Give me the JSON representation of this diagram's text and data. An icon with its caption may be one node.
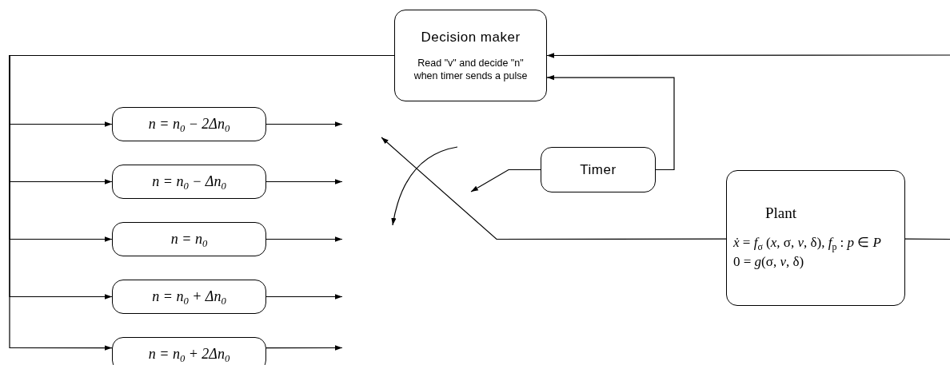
{
  "diagram": {
    "nodes": [
      {
        "text": [
          "Decision maker",
          "Read \"v\" and decide \"n\" when timer sends a pulse"
        ]
      },
      {
        "text": [
          "n = n$_{0}$ − 2Δn$_{0}$"
        ]
      },
      {
        "text": [
          "n = n$_{0}$ − Δn$_{0}$"
        ]
      },
      {
        "text": [
          "n = n$_{0}$"
        ]
      },
      {
        "text": [
          "n = n$_{0}$ + Δn$_{0}$"
        ]
      },
      {
        "text": [
          "n = n$_{0}$ + 2Δn$_{0}$"
        ]
      },
      {
        "text": [
          "Timer"
        ]
      },
      {
        "text": [
          "Plant",
          "*ẋ* = *f*$_{σ}$ (*x*, σ, *v*, δ), *f*$_{p}$ : *p* ∈ *P*",
          "0 = *g*(σ, *v*, δ)"
        ]
      }
    ],
    "edges": [
      {
        "from": null,
        "to": 0,
        "arrow": "to"
      },
      {
        "from": 6,
        "to": 0,
        "arrow": "to"
      },
      {
        "from": 0,
        "to": 1,
        "arrow": "to"
      },
      {
        "from": 0,
        "to": 2,
        "arrow": "to"
      },
      {
        "from": 0,
        "to": 3,
        "arrow": "to"
      },
      {
        "from": 0,
        "to": 4,
        "arrow": "to"
      },
      {
        "from": 0,
        "to": 5,
        "arrow": "to"
      },
      {
        "from": 1,
        "to": null,
        "arrow": "to"
      },
      {
        "from": 2,
        "to": null,
        "arrow": "to"
      },
      {
        "from": 3,
        "to": null,
        "arrow": "to"
      },
      {
        "from": 4,
        "to": null,
        "arrow": "to"
      },
      {
        "from": 5,
        "to": null,
        "arrow": "to"
      },
      {
        "from": 6,
        "to": null,
        "arrow": "to"
      },
      {
        "from": 7,
        "to": null,
        "arrow": "to"
      },
      {
        "from": 7,
        "to": null,
        "arrow": "none"
      }
    ]
  }
}
